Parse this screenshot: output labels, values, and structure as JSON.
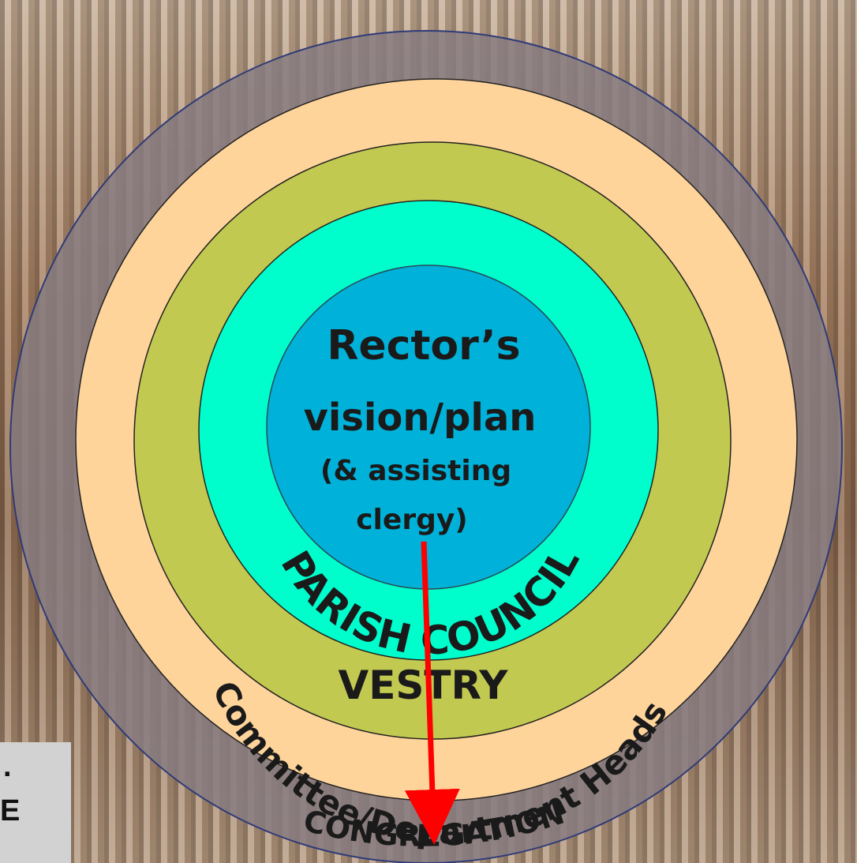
{
  "diagram": {
    "rings": [
      {
        "id": "congregation",
        "label": "CONGREGATION",
        "color": "#877b80"
      },
      {
        "id": "committee",
        "label": "Committee/Department Heads",
        "color": "#ffd49b"
      },
      {
        "id": "vestry",
        "label": "VESTRY",
        "color": "#c2c950"
      },
      {
        "id": "parish",
        "label": "PARISH COUNCIL",
        "color": "#00fecd"
      },
      {
        "id": "rector",
        "label": "",
        "color": "#00b1d9"
      }
    ],
    "center": {
      "line1": "Rector’s",
      "line2": "vision/plan",
      "line3": "(& assisting",
      "line4": "clergy)"
    },
    "arrow_color": "#ff0000"
  },
  "left_panel": {
    "line1": ".",
    "line2": "E"
  }
}
